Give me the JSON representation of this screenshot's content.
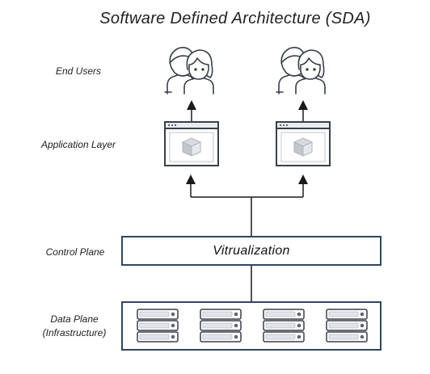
{
  "title": "Software Defined Architecture (SDA)",
  "layers": {
    "end_users": "End Users",
    "application_layer": "Application Layer",
    "control_plane": "Control Plane",
    "data_plane_line1": "Data Plane",
    "data_plane_line2": "(Infrastructure)"
  },
  "control_box_text": "Vitrualization",
  "colors": {
    "frame": "#2f4561",
    "stroke": "#3a3f47",
    "line": "#1a1a1a"
  },
  "icons": {
    "user_group": "users-icon",
    "application": "app-window-cube-icon",
    "server": "server-rack-icon"
  }
}
